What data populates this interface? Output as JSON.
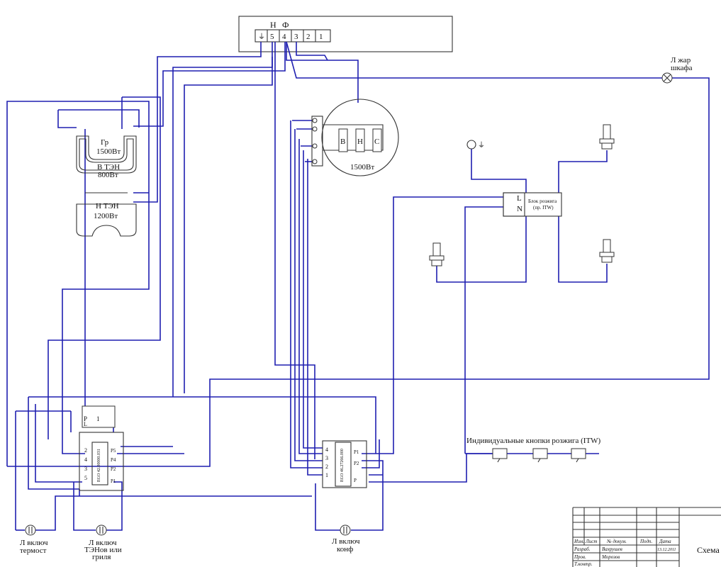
{
  "terminal_block": {
    "labels": [
      "Н",
      "Ф"
    ],
    "terminals": [
      "5",
      "4",
      "3",
      "2",
      "1"
    ]
  },
  "lamp_cabinet": {
    "line1": "Л жар",
    "line2": "шкафа"
  },
  "grill_heater": {
    "label": "Гр",
    "power": "1500Вт"
  },
  "upper_heater": {
    "label": "В ТЭН",
    "power": "800Вт"
  },
  "lower_heater": {
    "label": "Н ТЭН",
    "power": "1200Вт"
  },
  "burner_switch": {
    "letters": [
      "В",
      "Н",
      "С"
    ],
    "power": "1500Вт"
  },
  "ignition_unit": {
    "line1": "Блок розжига",
    "line2": "(пр. ITW)",
    "l": "L",
    "n": "N"
  },
  "switch_left": {
    "text": "EGO 42.00000.031",
    "pins_top": [
      "Р",
      "1"
    ],
    "pins_right": [
      "P5",
      "P4",
      "P2",
      "P1"
    ],
    "pins_left": [
      "2",
      "4",
      "3",
      "5"
    ],
    "extra": [
      "L"
    ]
  },
  "switch_mid": {
    "text": "EGO 46.27266.000",
    "pins_left": [
      "4",
      "3",
      "2",
      "1"
    ],
    "pins_right": [
      "P1",
      "P2",
      "P"
    ]
  },
  "ignition_buttons": {
    "label": "Индивидуальные кнопки розжига (ITW)"
  },
  "lamp_thermostat": {
    "line1": "Л включ",
    "line2": "термост"
  },
  "lamp_heaters": {
    "line1": "Л включ",
    "line2": "ТЭНов или",
    "line3": "гриля"
  },
  "lamp_conf": {
    "line1": "Л включ",
    "line2": "конф"
  },
  "title_block": {
    "headers": [
      "Изм.",
      "Лист",
      "№ докум.",
      "Подп.",
      "Дата"
    ],
    "rows": [
      {
        "role": "Разраб.",
        "name": "Вахрушев",
        "date": "13.12.2011"
      },
      {
        "role": "Пров.",
        "name": "Морозов",
        "date": ""
      },
      {
        "role": "Т.контр.",
        "name": "",
        "date": ""
      }
    ],
    "title": "Схема"
  }
}
